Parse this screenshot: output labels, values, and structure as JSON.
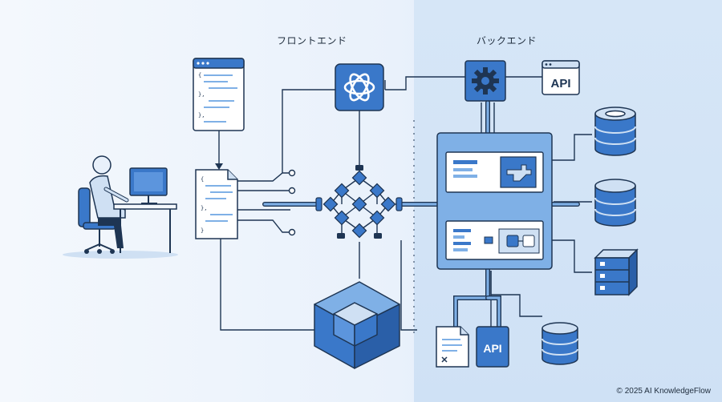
{
  "labels": {
    "frontend": "フロントエンド",
    "backend": "バックエンド",
    "api_top": "API",
    "api_bottom": "API"
  },
  "footer": {
    "copyright": "© 2025 AI KnowledgeFlow"
  },
  "colors": {
    "accent_blue": "#3a78c9",
    "light_blue": "#cfe2f7",
    "dark_outline": "#1e3553",
    "backend_panel": "#d6e6f7"
  },
  "icons": [
    "user-at-desk-icon",
    "code-window-icon",
    "code-file-icon",
    "ai-logo-icon",
    "network-graph-icon",
    "cube-icon",
    "gear-icon",
    "api-window-icon",
    "database-icon",
    "server-icon",
    "document-icon",
    "api-block-icon"
  ]
}
